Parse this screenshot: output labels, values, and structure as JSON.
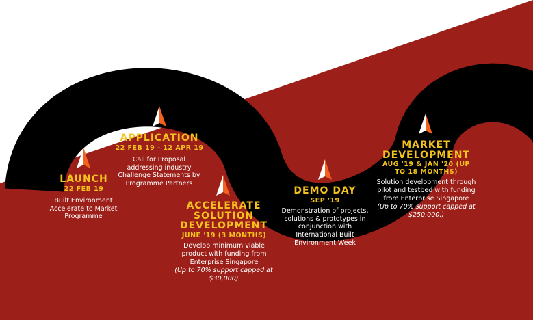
{
  "colors": {
    "background_top": "#ffffff",
    "background_bottom": "#9c2019",
    "road": "#000000",
    "title": "#f4c21f",
    "text": "#ffffff",
    "marker_light": "#ffffff",
    "marker_dark": "#f2621e"
  },
  "stages": [
    {
      "id": "launch",
      "title": "LAUNCH",
      "date": "22 FEB 19",
      "description": "Built Environment Accelerate to Market Programme",
      "note": ""
    },
    {
      "id": "application",
      "title": "APPLICATION",
      "date": "22 FEB 19 - 12 APR 19",
      "description": "Call for Proposal addressing industry Challenge Statements by Programme Partners",
      "note": ""
    },
    {
      "id": "accelerate",
      "title": "ACCELERATE SOLUTION DEVELOPMENT",
      "date": "JUNE '19 (3 MONTHS)",
      "description": "Develop minimum viable product with funding from Enterprise Singapore",
      "note": "(Up to 70% support capped at $30,000)"
    },
    {
      "id": "demo-day",
      "title": "DEMO DAY",
      "date": "SEP '19",
      "description": "Demonstration of projects, solutions & prototypes in conjunction with International Built Environment Week",
      "note": ""
    },
    {
      "id": "market",
      "title": "MARKET DEVELOPMENT",
      "date": "AUG '19 & JAN '20 (UP TO 18 MONTHS)",
      "description": "Solution development through pilot and testbed with funding from Enterprise Singapore",
      "note": "(Up to 70% support capped at $250,000.)"
    }
  ]
}
